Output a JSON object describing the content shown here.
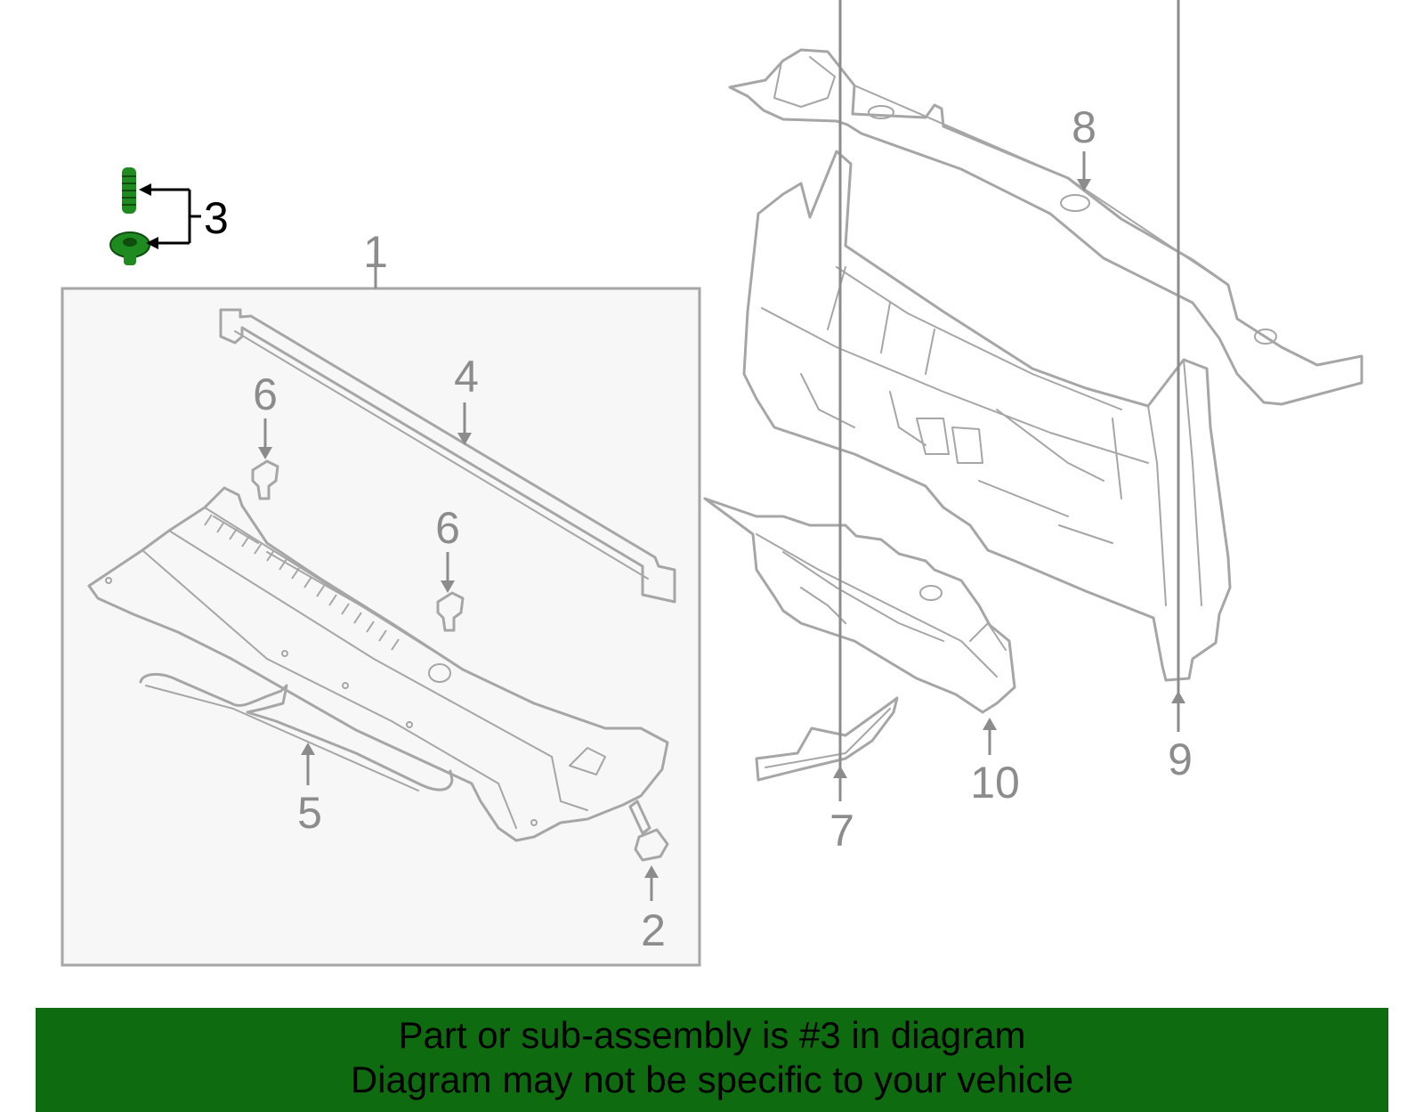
{
  "colors": {
    "highlight": "#1f8a1f",
    "banner": "#0f6b0f",
    "outline": "#a6a6a6",
    "callout": "#8c8c8c",
    "inset_fill": "#f7f7f7"
  },
  "callouts": {
    "c1": "1",
    "c2": "2",
    "c3": "3",
    "c4": "4",
    "c5": "5",
    "c6a": "6",
    "c6b": "6",
    "c7": "7",
    "c8": "8",
    "c9": "9",
    "c10": "10"
  },
  "banner": {
    "line1": "Part or sub-assembly is #3 in diagram",
    "line2": "Diagram may not be specific to your vehicle"
  }
}
